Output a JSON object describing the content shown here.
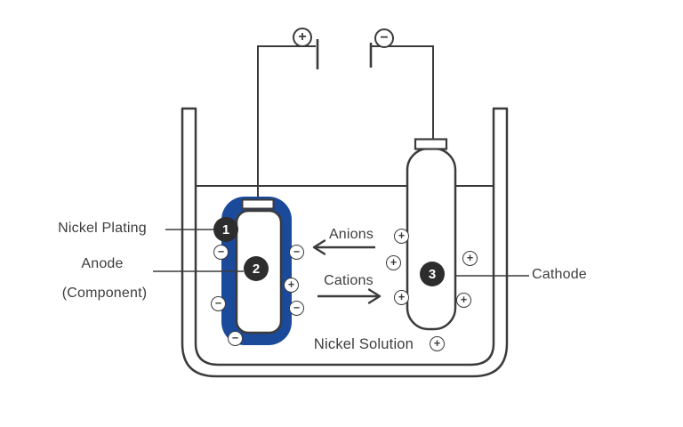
{
  "labels": {
    "nickel_plating": "Nickel Plating",
    "anode": "Anode",
    "component": "(Component)",
    "cathode": "Cathode",
    "anions": "Anions",
    "cations": "Cations",
    "nickel_solution": "Nickel Solution"
  },
  "badges": {
    "nickel_plating": "1",
    "anode": "2",
    "cathode": "3"
  },
  "terminals": {
    "positive_symbol": "+",
    "negative_symbol": "−"
  },
  "ions": {
    "anion_symbol": "−",
    "cation_symbol": "+"
  },
  "colors": {
    "plating_blue": "#1b4a9b",
    "line_gray": "#3b3b3b",
    "badge_dark": "#2d2d2d",
    "text_gray": "#3d3d3d"
  }
}
